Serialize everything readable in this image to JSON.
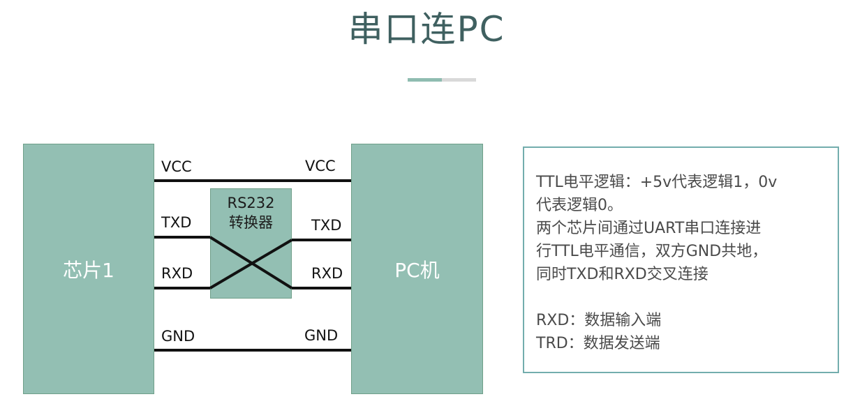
{
  "title": "串口连PC",
  "chip1_label": "芯片1",
  "pc_label": "PC机",
  "converter_label": [
    "RS232",
    "转换器"
  ],
  "left_signals": {
    "vcc": "VCC",
    "txd": "TXD",
    "rxd": "RXD",
    "gnd": "GND"
  },
  "right_signals": {
    "vcc": "VCC",
    "txd": "TXD",
    "rxd": "RXD",
    "gnd": "GND"
  },
  "info_lines": [
    "TTL电平逻辑：+5v代表逻辑1，0v",
    "代表逻辑0。",
    "两个芯片间通过UART串口连接进",
    "行TTL电平通信，双方GND共地，",
    "同时TXD和RXD交叉连接",
    "",
    "RXD：数据输入端",
    "TRD：数据发送端"
  ],
  "colors": {
    "block_fill": "#93bfb3",
    "title": "#3f6060",
    "info_border": "#73adad",
    "divider_accent": "#8fbcb1"
  }
}
